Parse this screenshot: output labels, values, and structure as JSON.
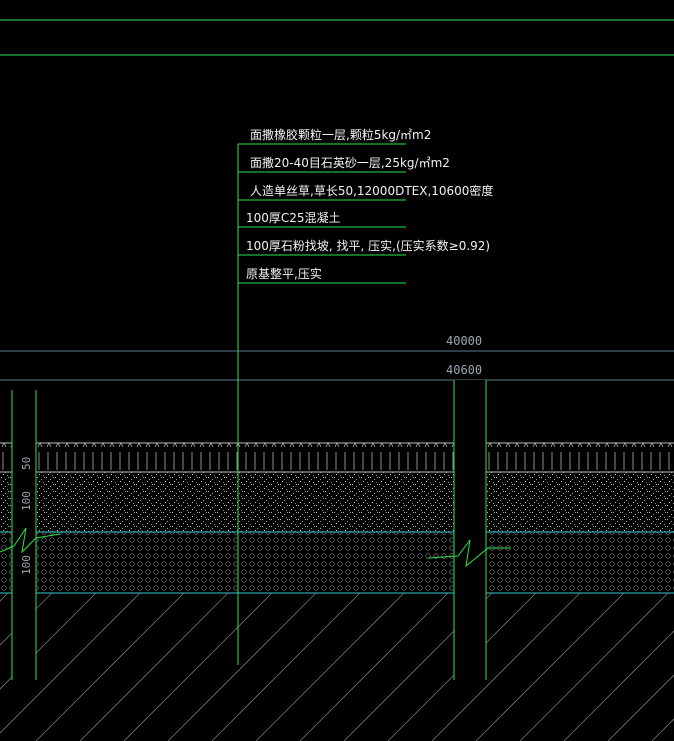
{
  "colors": {
    "background": "#000000",
    "cad_green": "#2ee04a",
    "cad_cyan": "#33c7cf",
    "text_white": "#f2f2f2",
    "text_gray": "#9aa6b2",
    "hatch_gray": "#8a8a8a"
  },
  "callout": {
    "lines": [
      "面撒橡胶颗粒一层,颗粒5kg/㎡m2",
      "面撒20-40目石英砂一层,25kg/㎡m2",
      "人造单丝草,草长50,12000DTEX,10600密度",
      "100厚C25混凝土",
      "100厚石粉找坡, 找平, 压实,(压实系数≥0.92)",
      "原基整平,压实"
    ]
  },
  "elevations": {
    "upper": "40000",
    "lower": "40600"
  },
  "dimensions": {
    "turf": "50",
    "concrete": "100",
    "stone_powder": "100"
  }
}
